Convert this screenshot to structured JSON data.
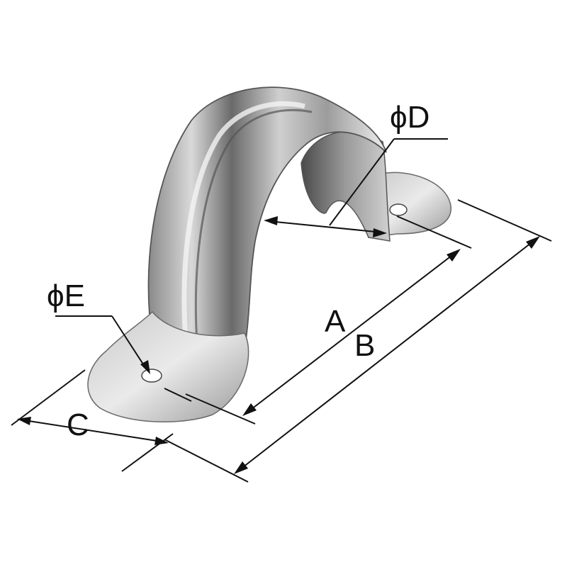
{
  "labels": {
    "phi_d": "ϕD",
    "phi_e": "ϕE",
    "a": "A",
    "b": "B",
    "c": "C"
  },
  "colors": {
    "metal_light": "#e8e8e8",
    "metal_mid": "#b4b4b4",
    "metal_dark": "#5a5a5a",
    "line": "#111111"
  }
}
